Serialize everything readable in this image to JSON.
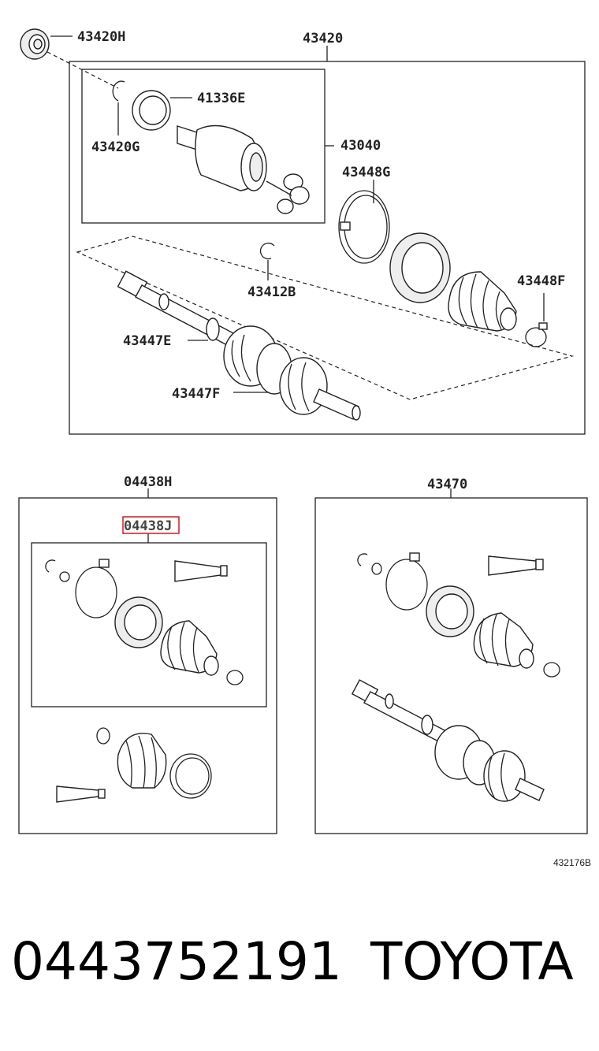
{
  "diagram": {
    "callouts": {
      "p43420H": "43420H",
      "p43420": "43420",
      "p41336E": "41336E",
      "p43420G": "43420G",
      "p43040": "43040",
      "p43448G": "43448G",
      "p43412B": "43412B",
      "p43448F": "43448F",
      "p43447E": "43447E",
      "p43447F": "43447F",
      "p04438H": "04438H",
      "p04438J": "04438J",
      "p43470": "43470"
    },
    "highlighted_callout": "04438J",
    "highlight_color": "#d9262c",
    "reference_code": "432176B"
  },
  "caption": {
    "part_number": "0443752191",
    "brand": "TOYOTA"
  }
}
